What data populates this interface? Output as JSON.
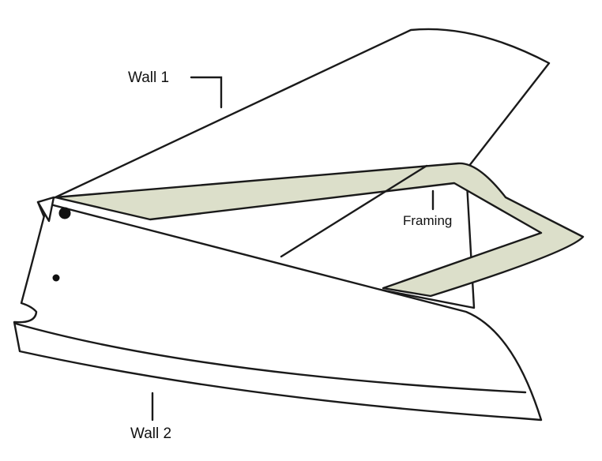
{
  "labels": {
    "wall1": "Wall 1",
    "wall2": "Wall 2",
    "framing": "Framing"
  },
  "colors": {
    "framing_fill": "#dcdfca",
    "outline": "#1a1a1a",
    "background": "#ffffff"
  }
}
